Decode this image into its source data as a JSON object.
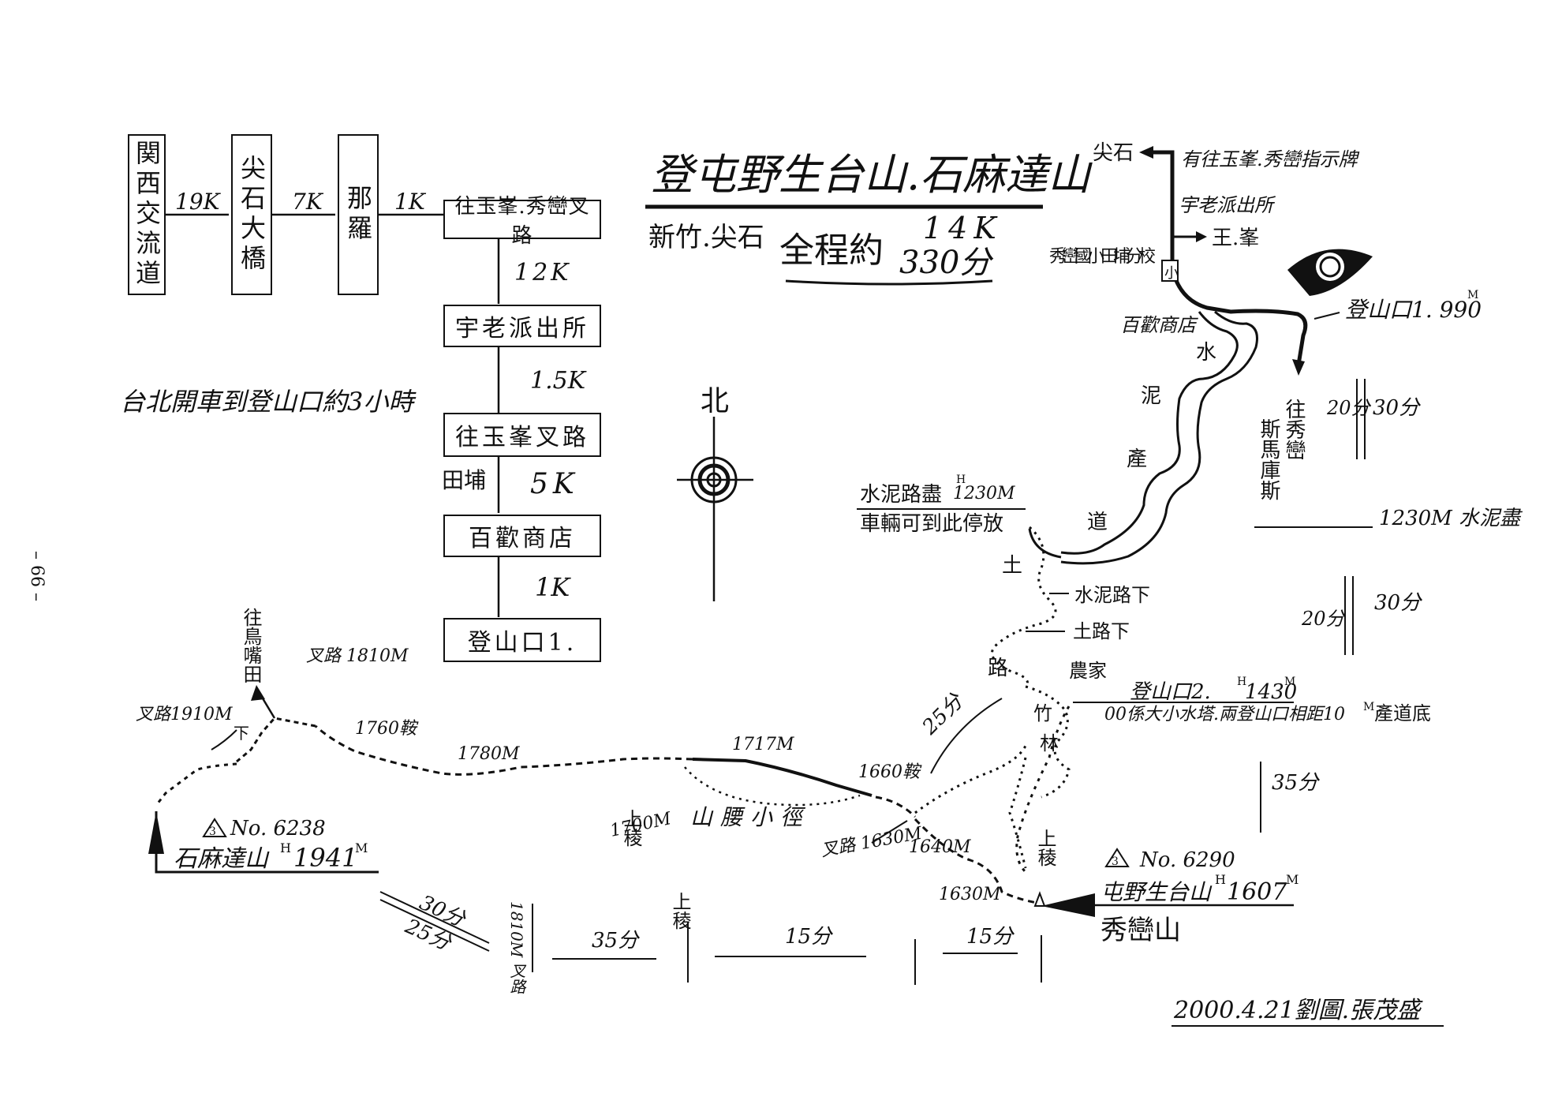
{
  "page_number": "– 66 –",
  "title": "登屯野生台山.石麻達山",
  "origin": "新竹.尖石",
  "total_label": "全程約",
  "total_distance": "14K",
  "total_time": "330分",
  "transit_note": "台北開車到登山口約3小時",
  "route_boxes": {
    "box1": "関西交流道",
    "box2": "尖石大橋",
    "box3": "那羅",
    "box4": "往玉峯.秀巒叉路",
    "box5": "宇老派出所",
    "box6": "往玉峯叉路",
    "box7": "百歡商店",
    "box8": "登山口1."
  },
  "route_distances": {
    "d1": "19K",
    "d2": "7K",
    "d3": "1K",
    "d4": "12K",
    "d5": "1.5K",
    "d6": "5K",
    "d7": "1K",
    "d6_side": "田埔"
  },
  "north_label": "北",
  "inset_map": {
    "to_jianshi": "尖石",
    "sign": "有往玉峯.秀巒指示牌",
    "police": "宇老派出所",
    "to_yufeng": "王.峯",
    "school": "秀巒國小 田埔分校",
    "school_mark": "小",
    "shop": "百歡商店",
    "trailhead1": "登山口1. 990",
    "trailhead1_unit": "M",
    "to_xiuluan": "往秀巒",
    "smangus": "斯馬庫斯",
    "cement_road_chars": [
      "水",
      "泥",
      "產",
      "道"
    ],
    "time_up_1": "20分",
    "time_down_1": "30分",
    "cement_end_right": "1230M 水泥盡"
  },
  "trail": {
    "cement_end": "水泥路盡",
    "cement_end_alt": "1230M",
    "cement_end_alt_sup": "H",
    "vehicle_note": "車輛可到此停放",
    "dirt_char": "土",
    "road_char": "路",
    "cement_down": "水泥路下",
    "dirt_down": "土路下",
    "farm": "農家",
    "bamboo": [
      "竹",
      "林"
    ],
    "time_up_2": "20分",
    "time_down_2": "30分",
    "trailhead2": "登山口2.",
    "trailhead2_alt": "1430",
    "trailhead2_alt_sup": "H",
    "trailhead2_alt_unit": "M",
    "water_tower": "00係大小水塔.兩登山口相距10",
    "water_tower_unit": "M",
    "road_end": "產道底",
    "time_25": "25分",
    "time_35": "35分",
    "ridge_up_1": "上稜",
    "ridge_up_2": "上稜",
    "ridge_up_bottom": "上稜",
    "ridge_1700": "1700M",
    "waist_path": "山腰小徑",
    "peak_1717": "1717M",
    "saddle_1660": "1660鞍",
    "fork_1630": "叉路 1630M",
    "alt_1640": "1640M",
    "alt_1630": "1630M",
    "alt_1780": "1780M",
    "saddle_1760": "1760鞍",
    "fork_1810": "叉路 1810M",
    "to_niaozuitian": "往鳥嘴田",
    "fork_1910": "叉路1910M",
    "down_char": "下"
  },
  "summit_a": {
    "name": "石麻達山",
    "alt": "1941",
    "alt_sup": "H",
    "alt_unit": "M",
    "marker": "3",
    "number": "No. 6238"
  },
  "summit_b": {
    "name": "屯野生台山",
    "alt": "1607",
    "alt_sup": "H",
    "alt_unit": "M",
    "alias": "秀巒山",
    "marker": "3",
    "number": "No. 6290"
  },
  "timeline": {
    "t_30": "30分",
    "t_25": "25分",
    "fork_1810": "1810M 叉路",
    "t_35": "35分",
    "ridge_up": "上稜",
    "t_15a": "15分",
    "t_15b": "15分"
  },
  "signature": "2000.4.21劉圖.張茂盛"
}
